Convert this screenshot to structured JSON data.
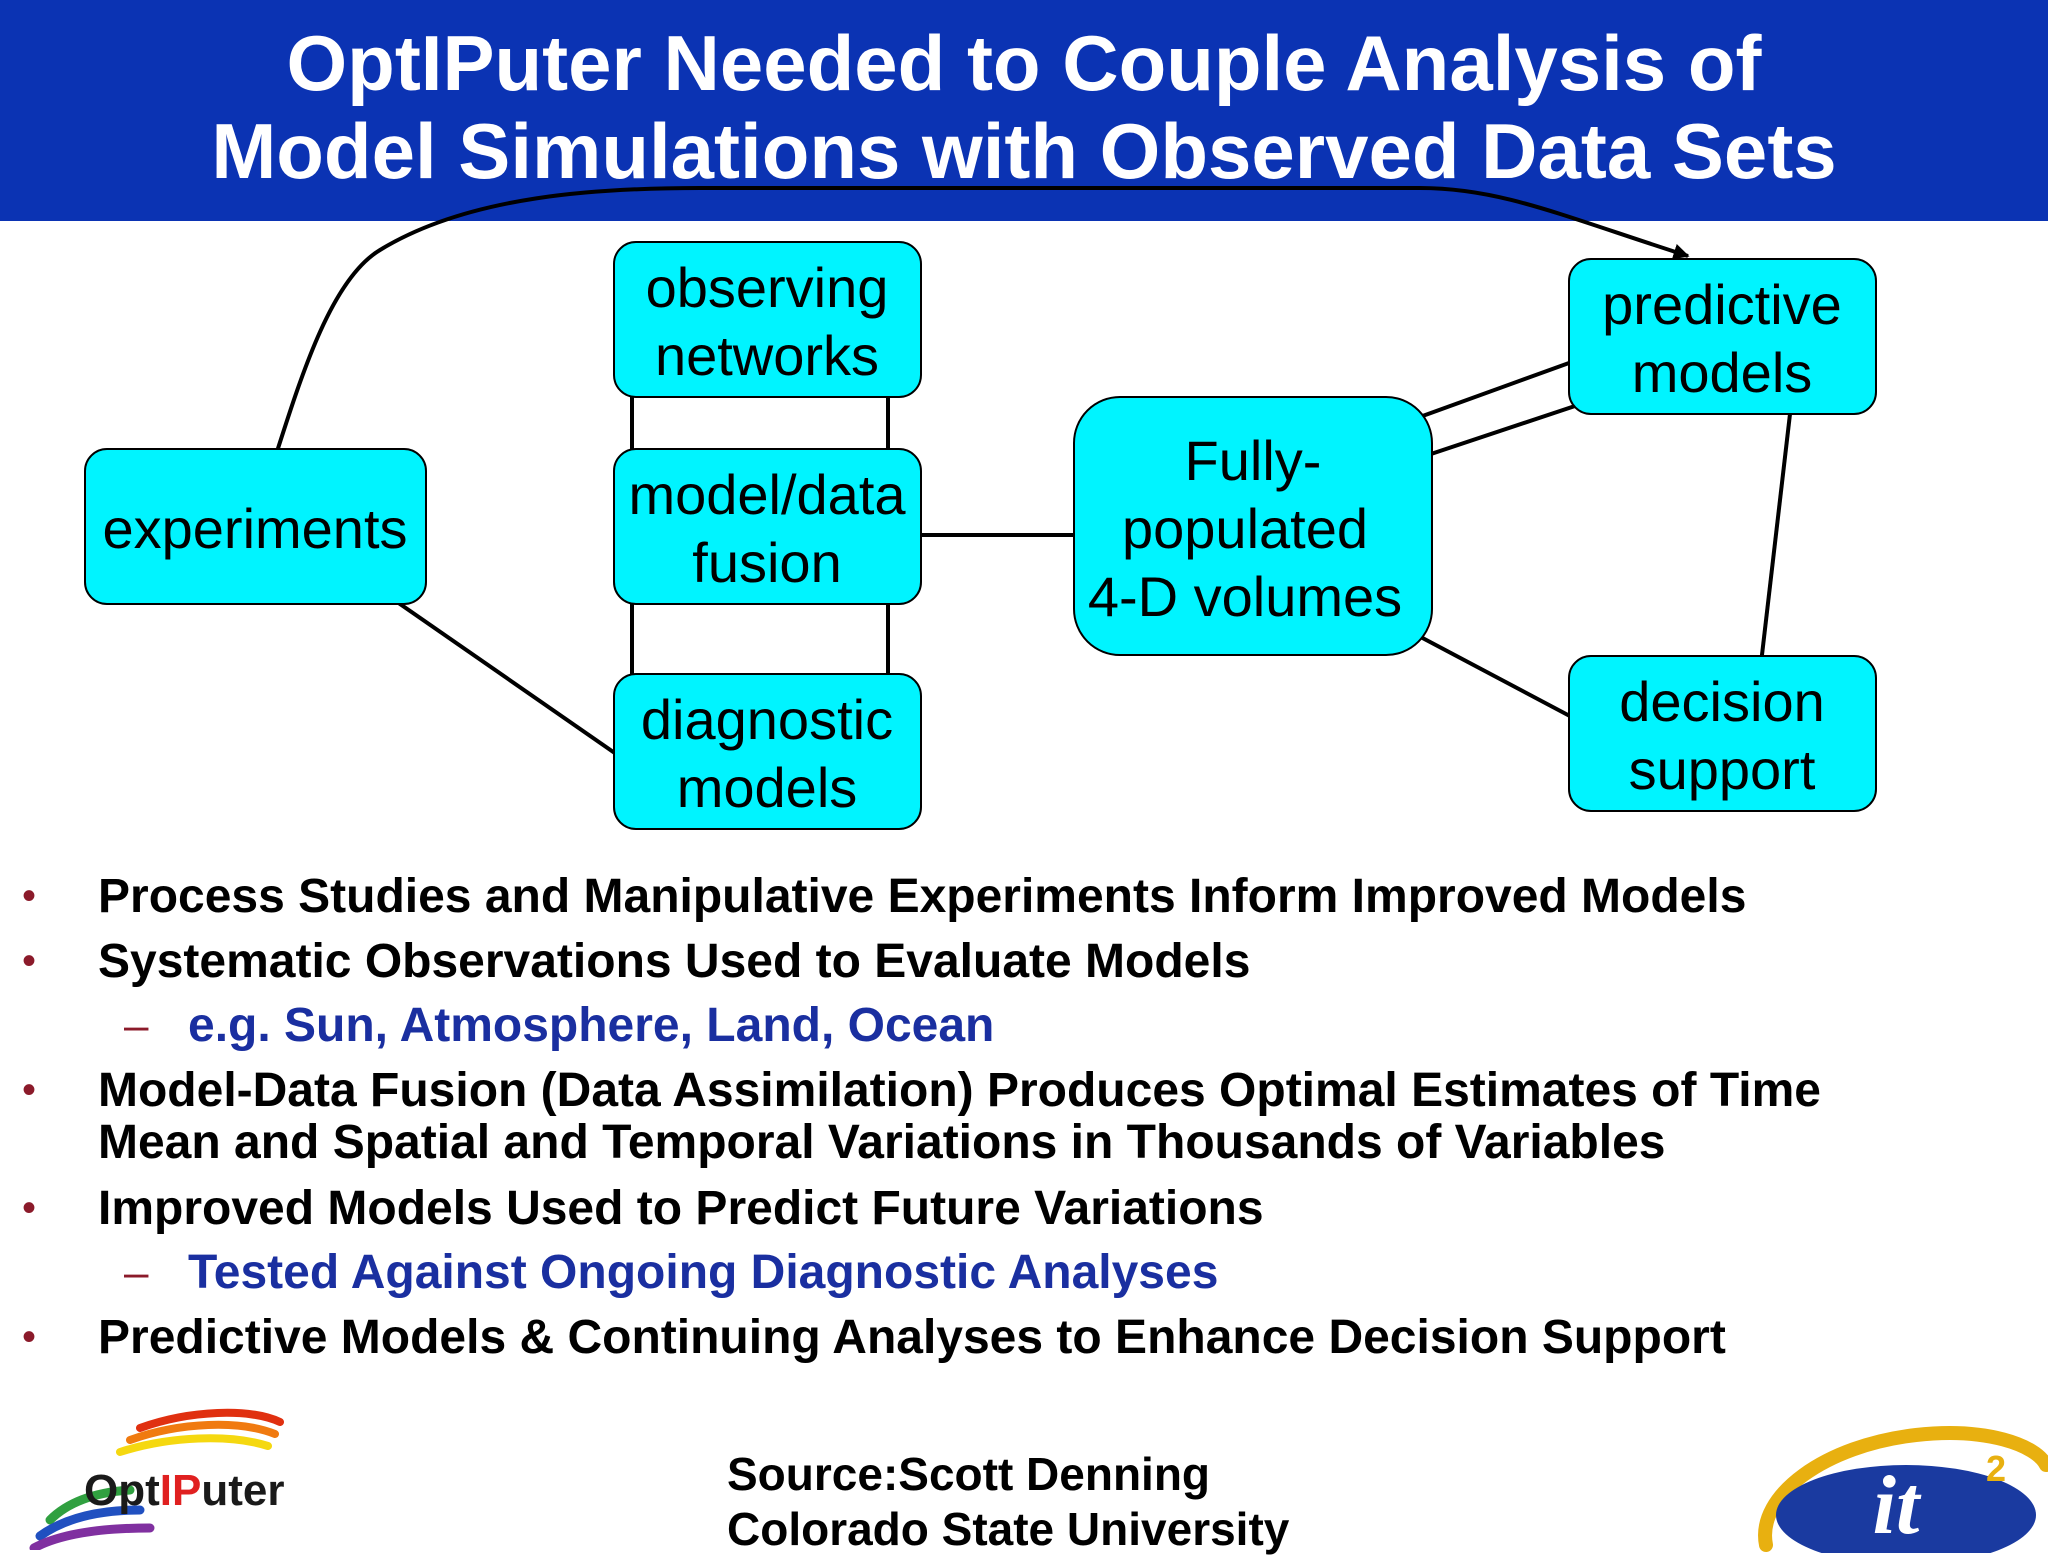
{
  "title": {
    "line1": "OptIPuter Needed to Couple Analysis of",
    "line2": "Model Simulations with Observed Data Sets"
  },
  "diagram": {
    "nodes": {
      "experiments": [
        "experiments"
      ],
      "observing_networks": [
        "observing",
        "networks"
      ],
      "model_data_fusion": [
        "model/data",
        "fusion"
      ],
      "diagnostic_models": [
        "diagnostic",
        "models"
      ],
      "fully_populated": [
        "Fully-",
        "populated",
        "4-D volumes"
      ],
      "predictive_models": [
        "predictive",
        "models"
      ],
      "decision_support": [
        "decision",
        "support"
      ]
    },
    "edges": [
      {
        "from": "experiments",
        "to": "predictive_models"
      },
      {
        "from": "experiments",
        "to": "diagnostic_models"
      },
      {
        "from": "model_data_fusion",
        "to": "observing_networks"
      },
      {
        "from": "observing_networks",
        "to": "diagnostic_models"
      },
      {
        "from": "model_data_fusion",
        "to": "fully_populated"
      },
      {
        "from": "fully_populated",
        "to": "predictive_models"
      },
      {
        "from": "predictive_models",
        "to": "fully_populated"
      },
      {
        "from": "fully_populated",
        "to": "decision_support"
      },
      {
        "from": "predictive_models",
        "to": "decision_support"
      }
    ]
  },
  "bullets": {
    "b1": "Process Studies and Manipulative Experiments Inform Improved Models",
    "b2": "Systematic Observations Used to Evaluate Models",
    "b2_sub": "e.g. Sun, Atmosphere, Land, Ocean",
    "b3_line1": "Model-Data Fusion (Data Assimilation) Produces Optimal Estimates of Time",
    "b3_line2": "Mean and Spatial and Temporal Variations in Thousands of Variables",
    "b4": "Improved Models Used to Predict Future Variations",
    "b4_sub": "Tested Against Ongoing Diagnostic Analyses",
    "b5": "Predictive Models & Continuing Analyses to Enhance Decision Support",
    "bullet_symbol": "•",
    "sub_symbol": "–"
  },
  "footer": {
    "source_line1": "Source:Scott Denning",
    "source_line2": "Colorado State University",
    "logo_left_prefix": "Opt",
    "logo_left_highlight": "IP",
    "logo_left_suffix": "uter",
    "logo_right_text": "it",
    "logo_right_sup": "2"
  },
  "colors": {
    "title_bg": "#0b33b3",
    "node_fill": "#00f4ff",
    "bullet_marker": "#8b1a2a",
    "sub_text": "#1a2fa0"
  }
}
